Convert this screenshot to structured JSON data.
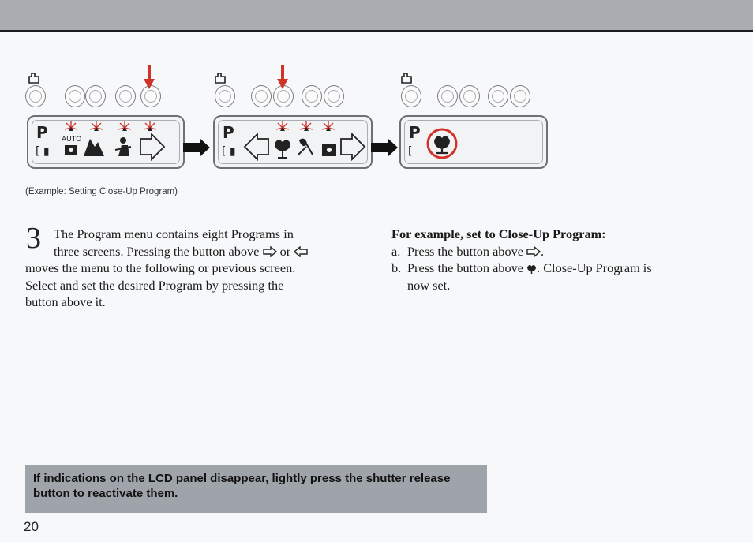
{
  "colors": {
    "accent_red": "#d2322a",
    "band": "#a9acb1",
    "note_bg": "#9fa3aa"
  },
  "lcd": {
    "p_label": "P",
    "auto_label": "AUTO"
  },
  "caption": "(Example: Setting Close-Up Program)",
  "step": {
    "number": "3",
    "line1": "The Program menu contains eight Programs in",
    "line2a": "three screens. Pressing the button above",
    "line2b": "or",
    "line3": "moves the menu to the following or previous screen.",
    "line4": "Select and set the desired Program by pressing the",
    "line5": "button above it."
  },
  "example": {
    "heading": "For example, set to Close-Up Program:",
    "a_label": "a.",
    "a_text": "Press the button above",
    "a_end": ".",
    "b_label": "b.",
    "b_text": "Press the button above",
    "b_rest": ". Close-Up Program is",
    "b_line2": "now set."
  },
  "note": "If indications on the LCD panel disappear, lightly press the shutter release button to reactivate them.",
  "page_number": "20"
}
